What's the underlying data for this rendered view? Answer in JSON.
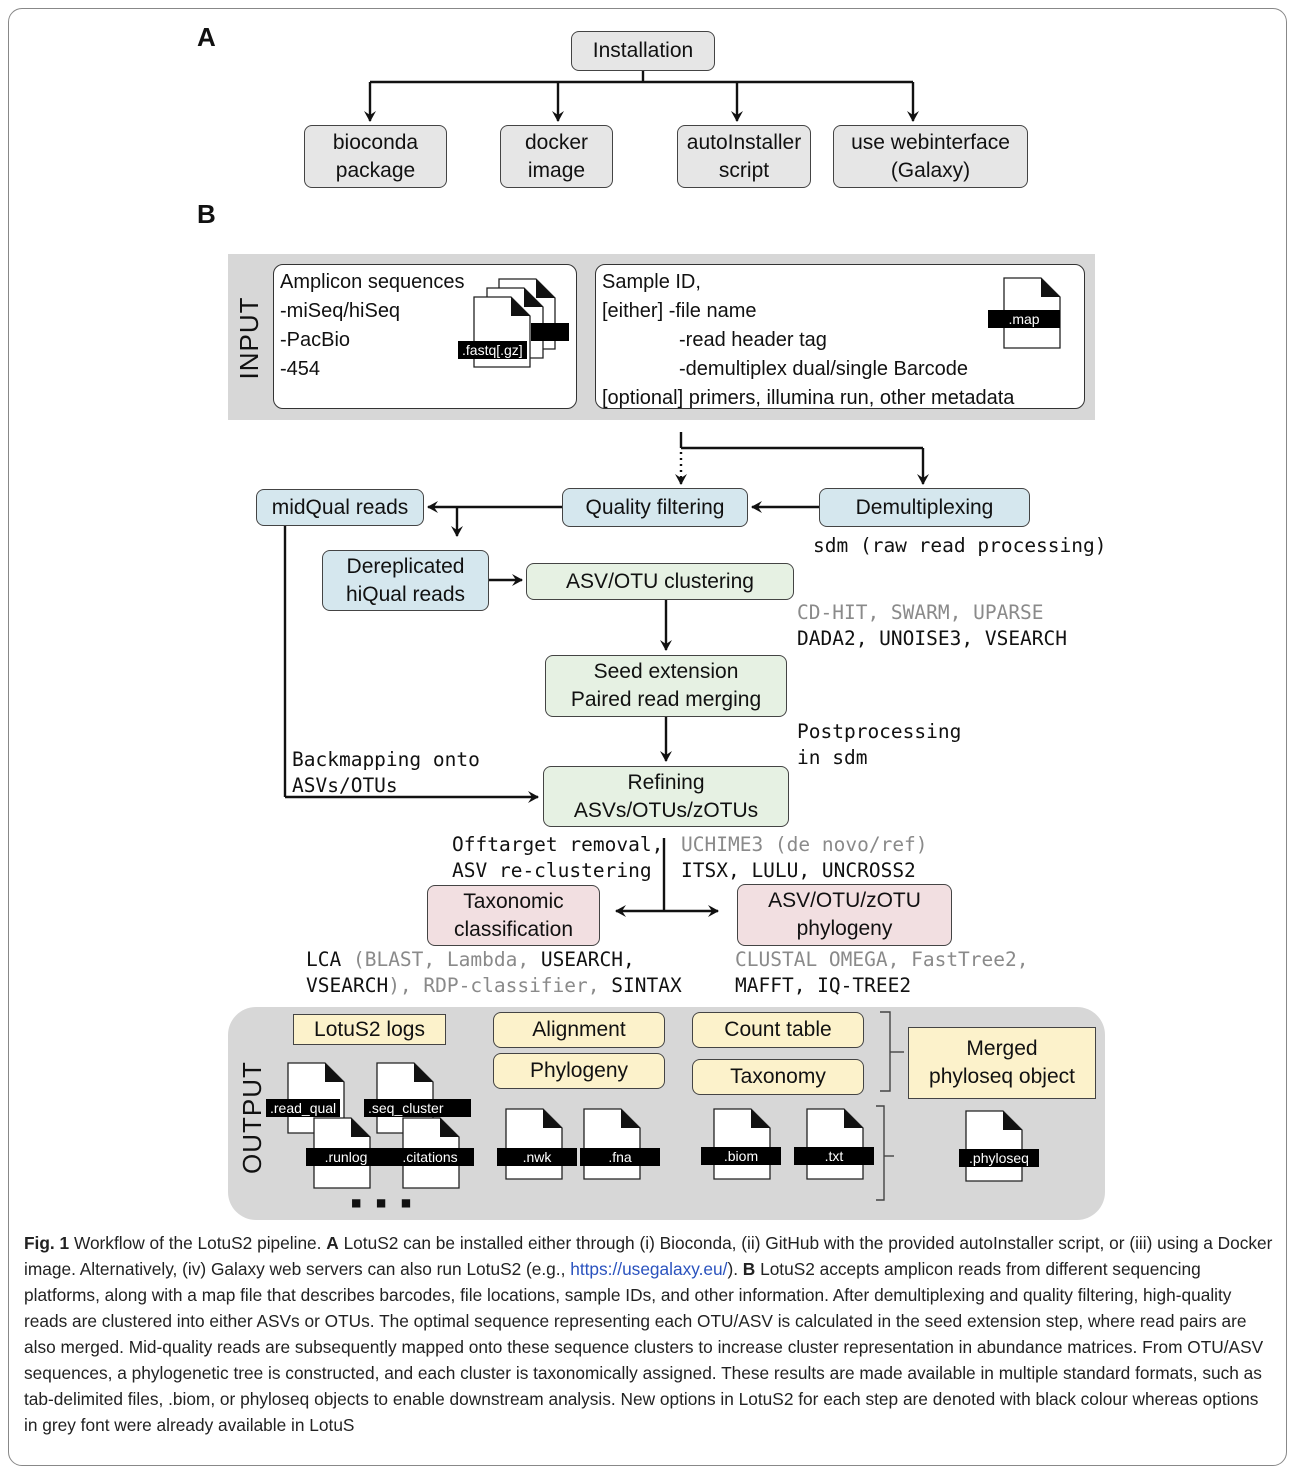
{
  "panel_a": {
    "letter": "A",
    "root": "Installation",
    "options": [
      [
        "bioconda",
        "package"
      ],
      [
        "docker",
        "image"
      ],
      [
        "autoInstaller",
        "script"
      ],
      [
        "use webinterface",
        "(Galaxy)"
      ]
    ]
  },
  "panel_b": {
    "letter": "B",
    "input": {
      "label": "INPUT",
      "amplicon_lines": [
        "Amplicon sequences",
        "-miSeq/hiSeq",
        "-PacBio",
        "-454"
      ],
      "amplicon_file": ".fastq[.gz]",
      "map_lines": [
        "Sample ID,",
        "[either] -file name",
        "-read header tag",
        "-demultiplex dual/single Barcode",
        "[optional] primers, illumina run, other metadata"
      ],
      "map_file": ".map"
    },
    "steps": {
      "midqual": "midQual reads",
      "quality_filtering": "Quality filtering",
      "demultiplexing": "Demultiplexing",
      "sdm_note": "sdm (raw read processing)",
      "dereplicated": [
        "Dereplicated",
        "hiQual reads"
      ],
      "clustering": "ASV/OTU clustering",
      "clustering_tools_old": "CD-HIT, SWARM, UPARSE",
      "clustering_tools_new": "DADA2, UNOISE3, VSEARCH",
      "seed": [
        "Seed extension",
        "Paired read merging"
      ],
      "postprocessing": [
        "Postprocessing",
        "in sdm"
      ],
      "backmapping": [
        "Backmapping onto",
        "ASVs/OTUs"
      ],
      "refining": [
        "Refining",
        "ASVs/OTUs/zOTUs"
      ],
      "offtarget": [
        "Offtarget removal,",
        "ASV re-clustering"
      ],
      "uchime": "UCHIME3 (de novo/ref)",
      "itsx": "ITSX, LULU, UNCROSS2",
      "taxonomic": [
        "Taxonomic",
        "classification"
      ],
      "phylogeny": [
        "ASV/OTU/zOTU",
        "phylogeny"
      ],
      "lca_line1": {
        "a": "LCA",
        "b": " (BLAST, Lambda, ",
        "c": "USEARCH,"
      },
      "lca_line2": {
        "a": "VSEARCH",
        "b": "), RDP-classifier, ",
        "c": "SINTAX"
      },
      "phylo_tools_old": "CLUSTAL OMEGA, FastTree2,",
      "phylo_tools_new": "MAFFT, IQ-TREE2"
    },
    "output": {
      "label": "OUTPUT",
      "lotus_logs": "LotuS2 logs",
      "alignment": "Alignment",
      "phylogeny": "Phylogeny",
      "count_table": "Count table",
      "taxonomy": "Taxonomy",
      "merged": [
        "Merged",
        "phyloseq object"
      ],
      "files": [
        ".read_qual",
        ".seq_cluster",
        ".runlog",
        ".citations",
        ".nwk",
        ".fna",
        ".biom",
        ".txt",
        ".phyloseq"
      ],
      "ellipsis": "■ ■ ■"
    }
  },
  "caption": {
    "label": "Fig. 1",
    "text_1": "  Workflow of the LotuS2 pipeline. ",
    "a": "A",
    "text_2": " LotuS2 can be installed either through (i) Bioconda, (ii) GitHub with the provided autoInstaller script, or (iii) using a Docker image. Alternatively, (iv) Galaxy web servers can also run LotuS2 (e.g., ",
    "link": "https://usegalaxy.eu/",
    "text_3": "). ",
    "b": "B",
    "text_4": " LotuS2 accepts amplicon reads from different sequencing platforms, along with a map file that describes barcodes, file locations, sample IDs, and other information. After demultiplexing and quality filtering, high-quality reads are clustered into either ASVs or OTUs. The optimal sequence representing each OTU/ASV is calculated in the seed extension step, where read pairs are also merged. Mid-quality reads are subsequently mapped onto these sequence clusters to increase cluster representation in abundance matrices. From OTU/ASV sequences, a phylogenetic tree is constructed, and each cluster is taxonomically assigned. These results are made available in multiple standard formats, such as tab-delimited files, .biom, or phyloseq objects to enable downstream analysis. New options in LotuS2 for each step are denoted with black colour whereas options in grey font were already available in LotuS"
  }
}
